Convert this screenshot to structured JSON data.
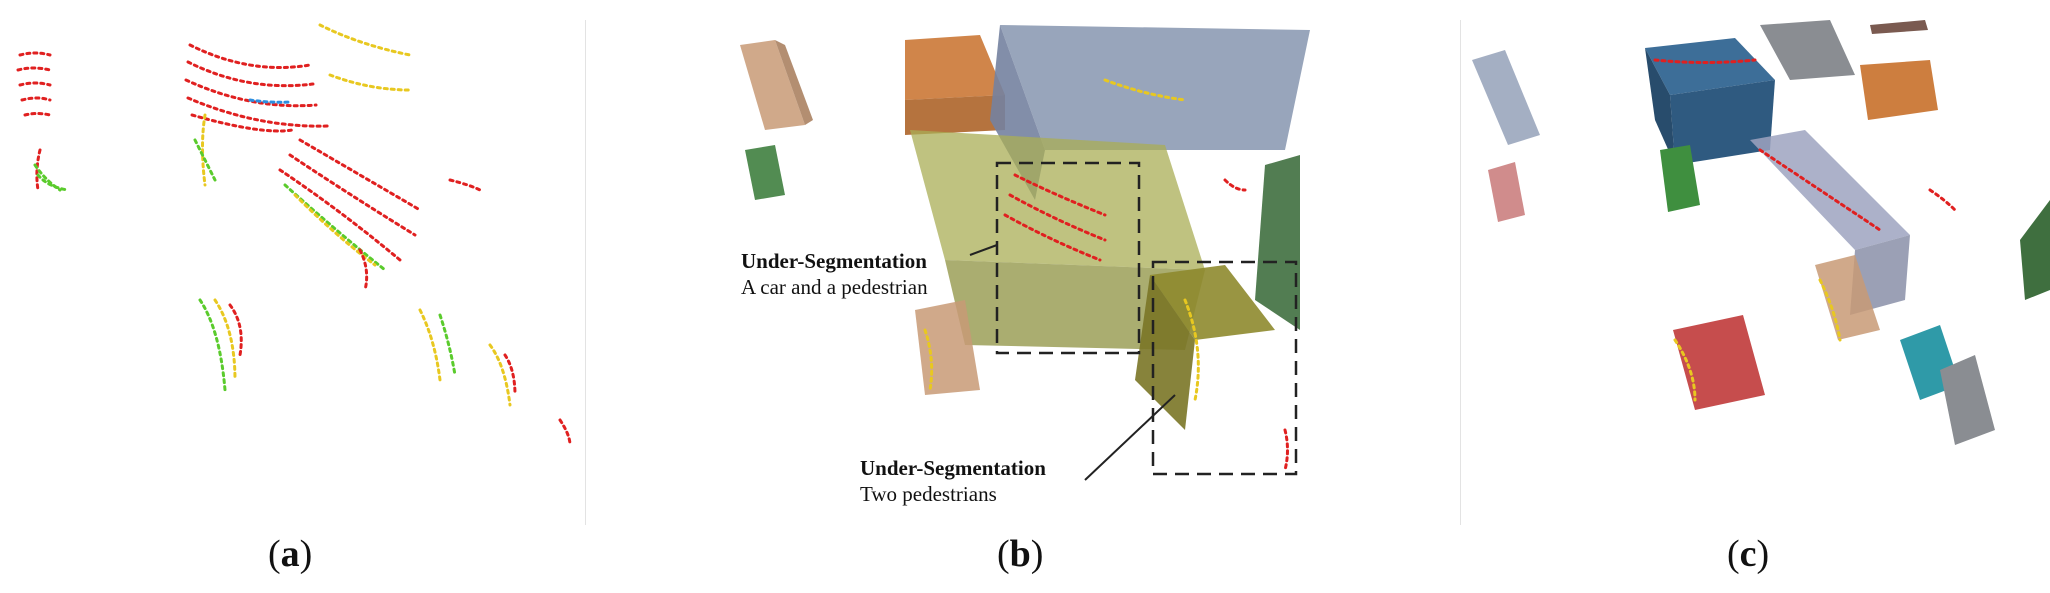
{
  "panels": [
    {
      "id": "a",
      "caption_label": "a"
    },
    {
      "id": "b",
      "caption_label": "b"
    },
    {
      "id": "c",
      "caption_label": "c"
    }
  ],
  "annotations": [
    {
      "title": "Under-Segmentation",
      "text": "A car and a pedestrian"
    },
    {
      "title": "Under-Segmentation",
      "text": "Two pedestrians"
    }
  ],
  "colors": {
    "points_red": "#e02020",
    "points_yellow": "#e8c820",
    "points_green": "#5acb2c",
    "box_orange": "#c8702a",
    "box_blue_gray": "#8d9bb4",
    "box_olive": "#a9ad55",
    "box_tan": "#c89a76",
    "box_green": "#3f7f3f",
    "box_blue": "#3d6e98",
    "box_red": "#c03a3a",
    "box_teal": "#2f9aa8",
    "box_gray": "#8a8d92"
  }
}
